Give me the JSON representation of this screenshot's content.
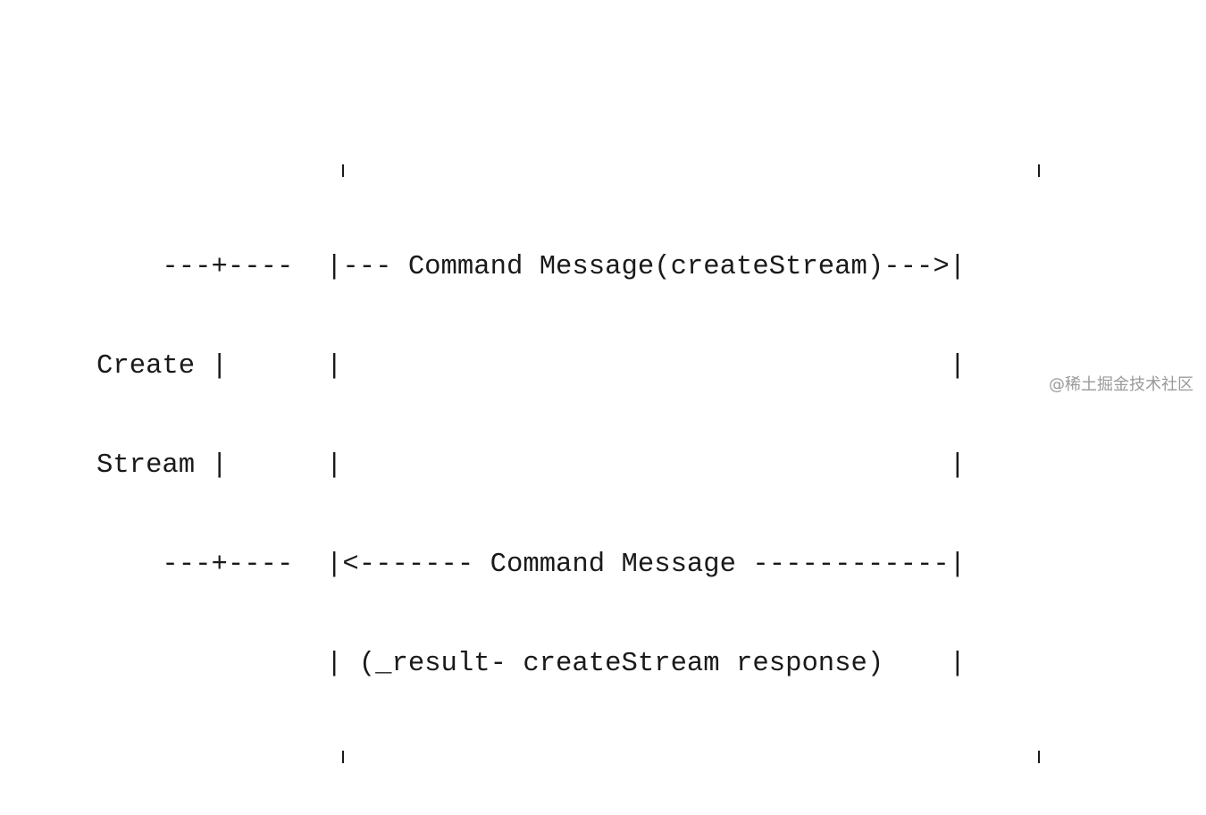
{
  "diagram": {
    "lines": [
      "    ---+----  |--- Command Message(createStream)--->|",
      "Create |      |                                     |",
      "Stream |      |                                     |",
      "    ---+----  |<------- Command Message ------------|",
      "              | (_result- createStream response)    |"
    ]
  },
  "watermark": "@稀土掘金技术社区"
}
